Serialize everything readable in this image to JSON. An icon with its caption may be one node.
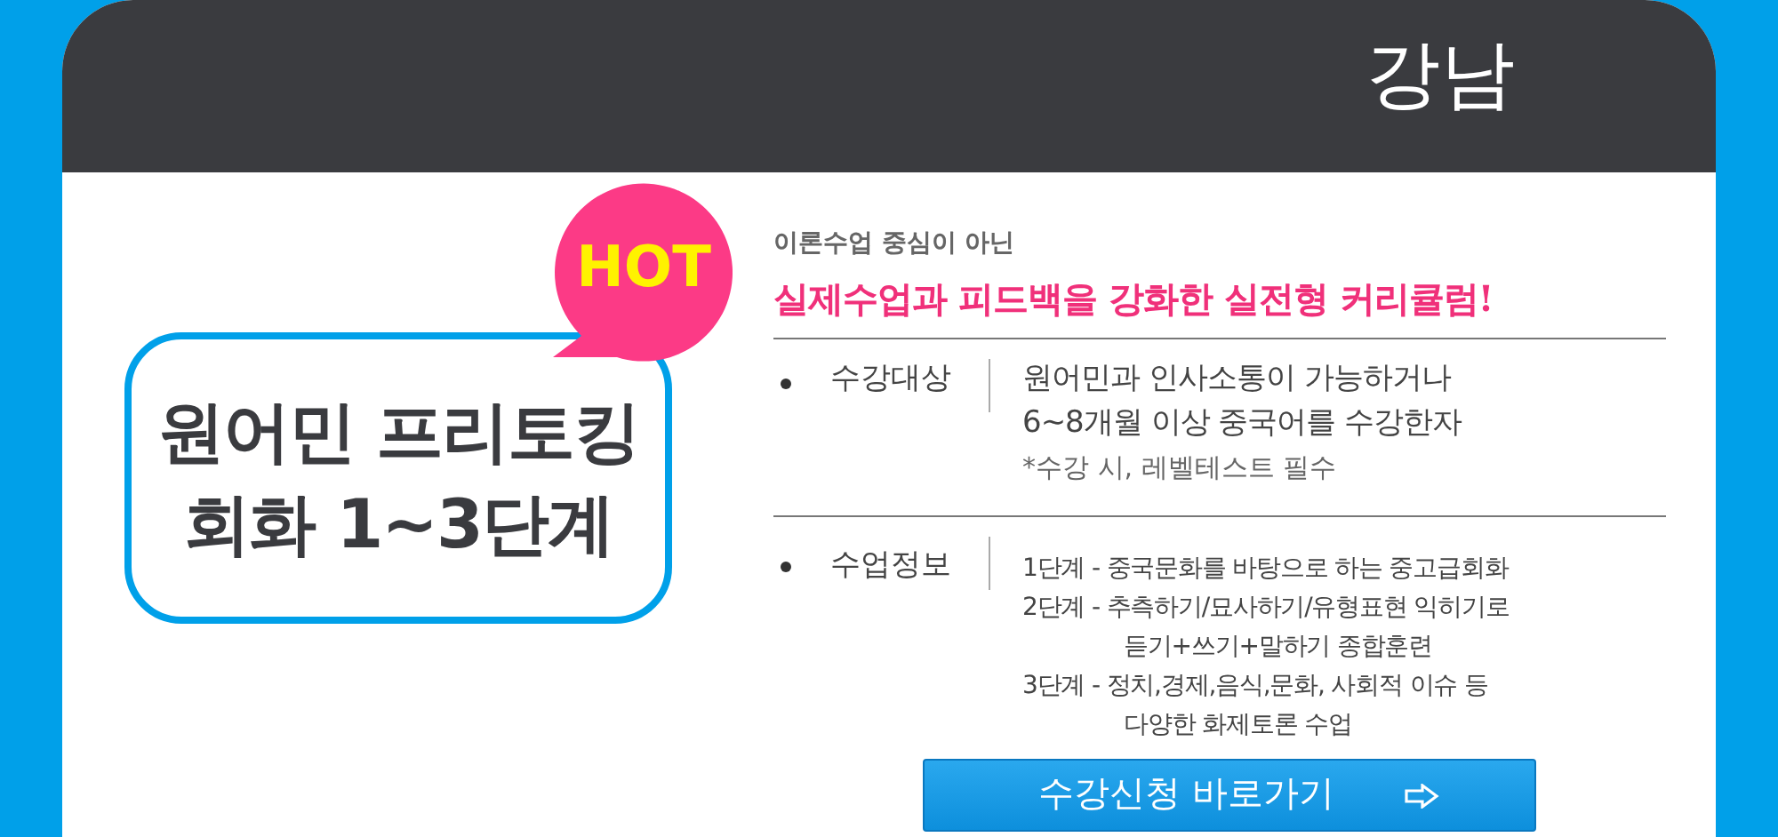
{
  "diagram": {
    "nodes": [
      {
        "text": [
          "강남"
        ]
      },
      {
        "text": [
          "원어민 프리토킹 회화 1~3단계"
        ]
      },
      {
        "text": [
          "HOT"
        ]
      },
      {
        "text": [
          "수강신청 바로가기"
        ]
      }
    ],
    "labels": [
      "이론수업 중심이 아닌",
      "실제수업과 피드백을 강화한 실전형 커리큘럼!",
      "수강대상",
      "원어민과 인사소통이 가능하거나 6~8개월 이상 중국어를 수강한자",
      "*수강 시, 레벨테스트 필수",
      "수업정보",
      "1단계 - 중국문화를 바탕으로 하는 중고급회화",
      "2단계 - 추측하기/묘사하기/유형표현 익히기로 듣기+쓰기+말하기 종합훈련",
      "3단계 - 정치,경제,음식,문화, 사회적 이슈 등 다양한 화제토론 수업"
    ]
  }
}
